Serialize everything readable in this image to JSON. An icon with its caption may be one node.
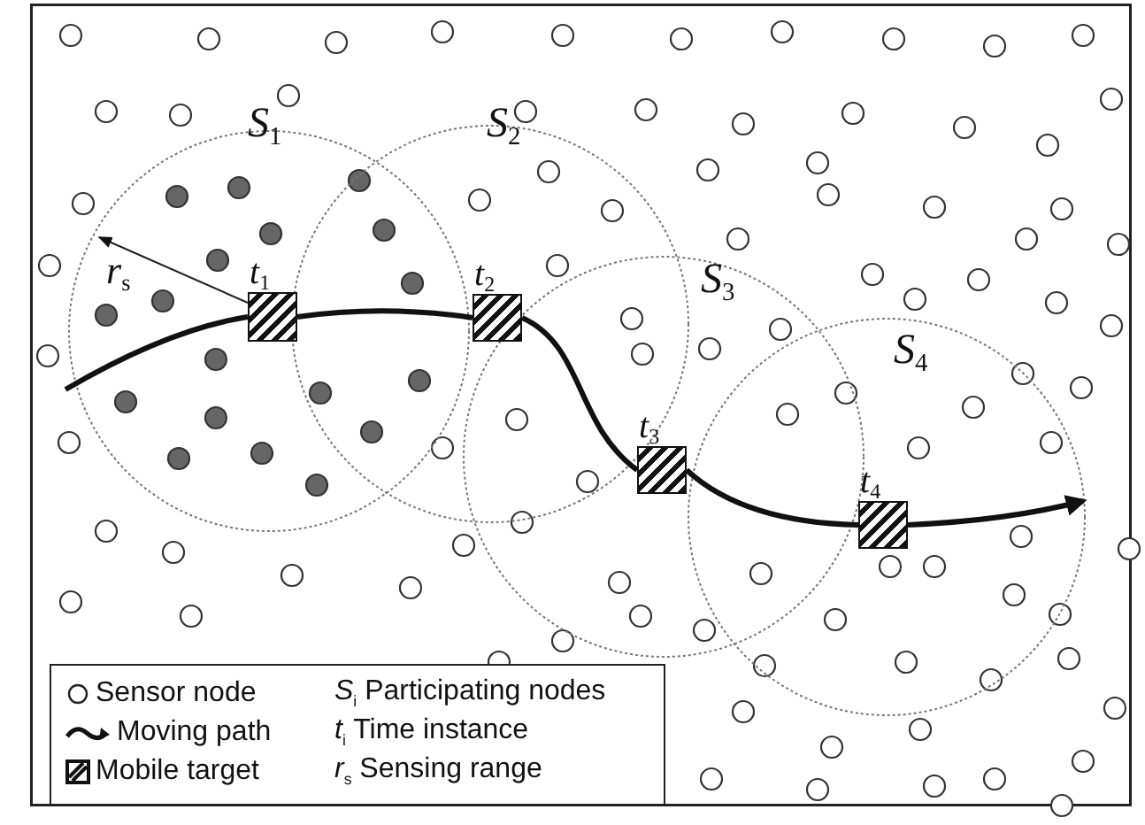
{
  "diagram": {
    "nodes": [
      {
        "text": [],
        "shape": "box",
        "beside": [
          "*t*$_{1}$"
        ]
      },
      {
        "text": [],
        "shape": "box",
        "beside": [
          "*t*$_{2}$"
        ]
      },
      {
        "text": [],
        "shape": "box",
        "beside": [
          "*t*$_{3}$"
        ]
      },
      {
        "text": [],
        "shape": "box",
        "beside": [
          "*t*$_{4}$"
        ]
      }
    ],
    "edges": [
      {
        "from": null,
        "to": 0,
        "arrow": "none"
      },
      {
        "from": 0,
        "to": 1,
        "arrow": "none"
      },
      {
        "from": 1,
        "to": 2,
        "arrow": "none"
      },
      {
        "from": 2,
        "to": 3,
        "arrow": "none"
      },
      {
        "from": 3,
        "to": null,
        "arrow": "to"
      }
    ],
    "labels": [
      "*S*$_{1}$",
      "*S*$_{2}$",
      "*r*$_{s}$",
      "*S*$_{3}$",
      "*S*$_{4}$"
    ],
    "legend": [
      {
        "text": "Sensor node"
      },
      {
        "text": "*S*$_{i}$ Participating nodes"
      },
      {
        "text": "Moving path"
      },
      {
        "text": "*t*$_{i}$ Time instance"
      },
      {
        "text": "Mobile target"
      },
      {
        "text": "*r*$_{s}$ Sensing range"
      }
    ]
  }
}
